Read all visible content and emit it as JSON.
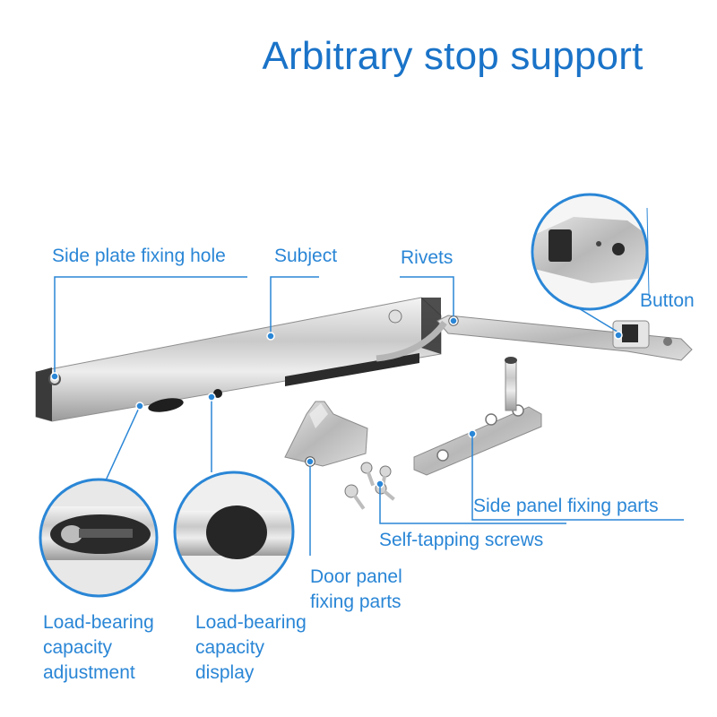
{
  "title": "Arbitrary stop support",
  "labels": {
    "side_plate_fixing_hole": "Side plate fixing hole",
    "subject": "Subject",
    "rivets": "Rivets",
    "button": "Button",
    "side_panel_fixing_parts": "Side panel fixing parts",
    "self_tapping_screws": "Self-tapping screws",
    "door_panel_fixing_parts_1": "Door panel",
    "door_panel_fixing_parts_2": "fixing parts",
    "adjustment_1": "Load-bearing",
    "adjustment_2": "capacity",
    "adjustment_3": "adjustment",
    "display_1": "Load-bearing",
    "display_2": "capacity",
    "display_3": "display"
  },
  "colors": {
    "accent": "#2a86d6",
    "title": "#1a73c8",
    "callout_ring": "#2a86d6"
  }
}
